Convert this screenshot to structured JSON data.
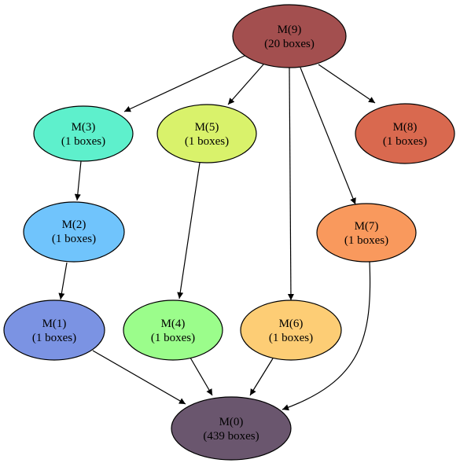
{
  "graph": {
    "nodes": [
      {
        "id": "m9",
        "name": "M(9)",
        "boxes": "(20 boxes)",
        "color": "#a34f4f"
      },
      {
        "id": "m3",
        "name": "M(3)",
        "boxes": "(1 boxes)",
        "color": "#5ef0cc"
      },
      {
        "id": "m5",
        "name": "M(5)",
        "boxes": "(1 boxes)",
        "color": "#d9f26b"
      },
      {
        "id": "m8",
        "name": "M(8)",
        "boxes": "(1 boxes)",
        "color": "#d9694f"
      },
      {
        "id": "m2",
        "name": "M(2)",
        "boxes": "(1 boxes)",
        "color": "#70c4fc"
      },
      {
        "id": "m7",
        "name": "M(7)",
        "boxes": "(1 boxes)",
        "color": "#f9995d"
      },
      {
        "id": "m1",
        "name": "M(1)",
        "boxes": "(1 boxes)",
        "color": "#7b93e3"
      },
      {
        "id": "m4",
        "name": "M(4)",
        "boxes": "(1 boxes)",
        "color": "#9bfd8b"
      },
      {
        "id": "m6",
        "name": "M(6)",
        "boxes": "(1 boxes)",
        "color": "#fdcd75"
      },
      {
        "id": "m0",
        "name": "M(0)",
        "boxes": "(439 boxes)",
        "color": "#6a566e"
      }
    ],
    "edges": [
      {
        "from": "m9",
        "to": "m3"
      },
      {
        "from": "m9",
        "to": "m5"
      },
      {
        "from": "m9",
        "to": "m8"
      },
      {
        "from": "m9",
        "to": "m7"
      },
      {
        "from": "m9",
        "to": "m6"
      },
      {
        "from": "m3",
        "to": "m2"
      },
      {
        "from": "m2",
        "to": "m1"
      },
      {
        "from": "m5",
        "to": "m4"
      },
      {
        "from": "m1",
        "to": "m0"
      },
      {
        "from": "m4",
        "to": "m0"
      },
      {
        "from": "m6",
        "to": "m0"
      },
      {
        "from": "m7",
        "to": "m0"
      }
    ]
  }
}
